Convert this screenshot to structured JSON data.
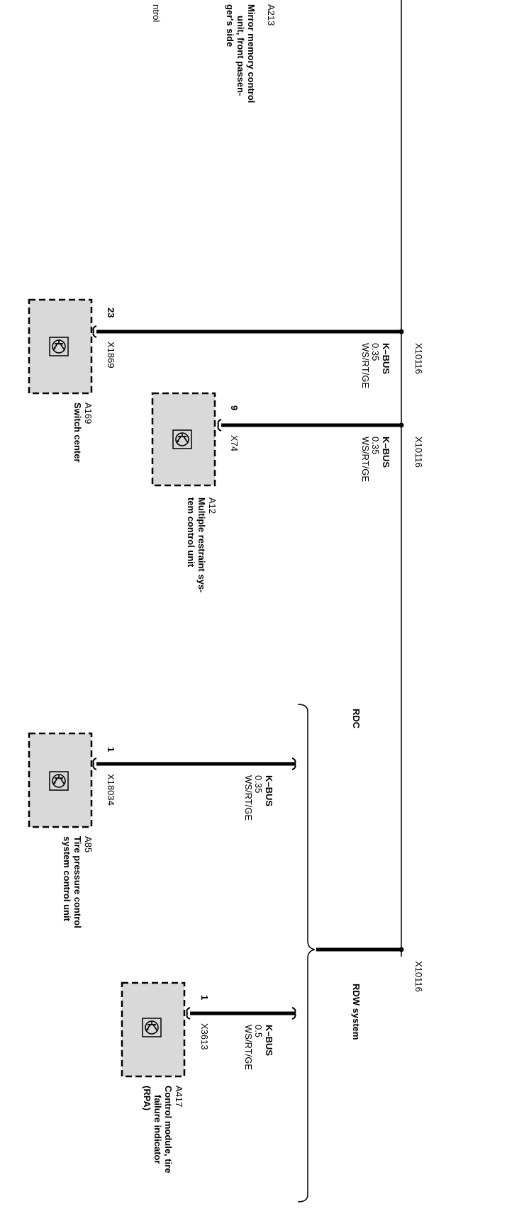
{
  "top_left_fragment": "ntrol",
  "mirror": {
    "id": "A213",
    "name_lines": [
      "Mirror memory control",
      "unit, front passen-",
      "ger's side"
    ]
  },
  "bus_lines": {
    "switch": {
      "connector": "X10116",
      "wire_lines": [
        "K–BUS",
        "0.35",
        "WS/RT/GE"
      ],
      "pin": "23",
      "plug": "X1869"
    },
    "restraint": {
      "connector": "X10116",
      "wire_lines": [
        "K–BUS",
        "0.35",
        "WS/RT/GE"
      ],
      "pin": "9",
      "plug": "X74"
    },
    "tire": {
      "wire_lines": [
        "K–BUS",
        "0.35",
        "WS/RT/GE"
      ],
      "pin": "1",
      "plug": "X18034"
    },
    "rpa": {
      "wire_lines": [
        "K–BUS",
        "0.5",
        "WS/RT/GE"
      ],
      "pin": "1",
      "plug": "X3613"
    },
    "system_connector": "X10116"
  },
  "components": {
    "switch_center": {
      "id": "A169",
      "name_lines": [
        "Switch center"
      ]
    },
    "restraint": {
      "id": "A12",
      "name_lines": [
        "Multiple restraint sys-",
        "tem control unit"
      ]
    },
    "tire_pressure": {
      "id": "A85",
      "name_lines": [
        "Tire pressure control",
        "system control unit"
      ]
    },
    "rpa_module": {
      "id": "A417",
      "name_lines": [
        "Control module, tire",
        "failure indicator",
        "(RPA)"
      ]
    }
  },
  "groups": {
    "rdc": "RDC",
    "rdw": "RDW system"
  },
  "colors": {
    "ink": "#000000",
    "box_fill": "#d9d9d9"
  },
  "icons": [
    "transistor-icon"
  ]
}
